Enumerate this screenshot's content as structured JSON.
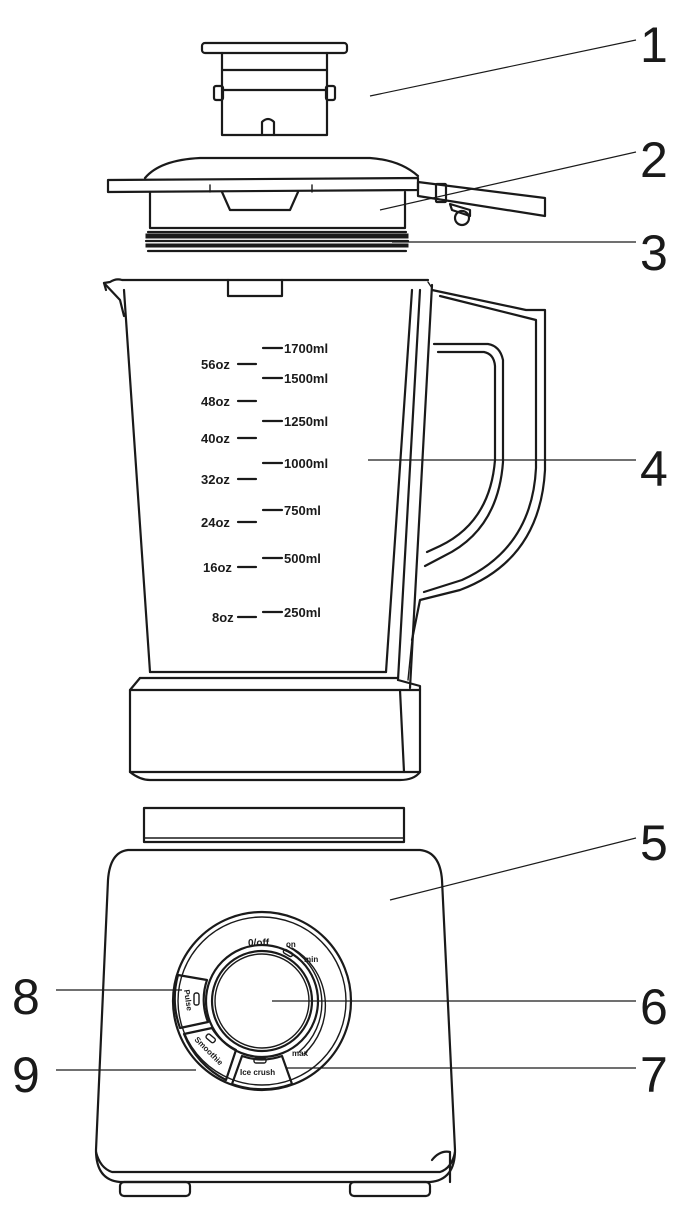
{
  "callouts": [
    "1",
    "2",
    "3",
    "4",
    "5",
    "6",
    "7",
    "8",
    "9"
  ],
  "jar_scale": {
    "ml": [
      "1700ml",
      "1500ml",
      "1250ml",
      "1000ml",
      "750ml",
      "500ml",
      "250ml"
    ],
    "oz": [
      "56oz",
      "48oz",
      "40oz",
      "32oz",
      "24oz",
      "16oz",
      "8oz"
    ]
  },
  "control_panel": {
    "off_label": "0/off",
    "on_label": "on",
    "min_label": "min",
    "max_label": "max",
    "pulse_label": "Pulse",
    "smoothie_label": "Smoothie",
    "ice_crush_label": "Ice crush"
  }
}
